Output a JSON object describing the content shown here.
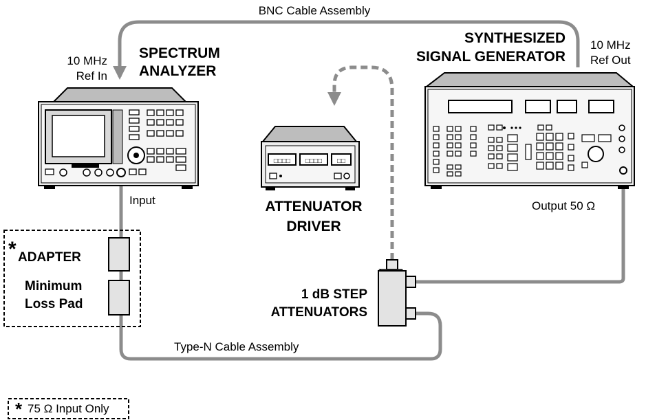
{
  "labels": {
    "bnc_cable": "BNC Cable Assembly",
    "ref_in_1": "10 MHz",
    "ref_in_2": "Ref In",
    "spectrum_analyzer_1": "SPECTRUM",
    "spectrum_analyzer_2": "ANALYZER",
    "synth_gen_1": "SYNTHESIZED",
    "synth_gen_2": "SIGNAL GENERATOR",
    "ref_out_1": "10 MHz",
    "ref_out_2": "Ref Out",
    "input": "Input",
    "attenuator_driver_1": "ATTENUATOR",
    "attenuator_driver_2": "DRIVER",
    "output": "Output 50 Ω",
    "adapter_star": "*",
    "adapter": "ADAPTER",
    "min_loss_pad_1": "Minimum",
    "min_loss_pad_2": "Loss Pad",
    "step_atten_1": "1 dB STEP",
    "step_atten_2": "ATTENUATORS",
    "type_n_cable": "Type-N Cable Assembly",
    "footnote_star": "*",
    "footnote": "75 Ω Input Only"
  },
  "attenuator_driver_display": [
    "□□□□",
    "□□□□",
    "□□"
  ]
}
